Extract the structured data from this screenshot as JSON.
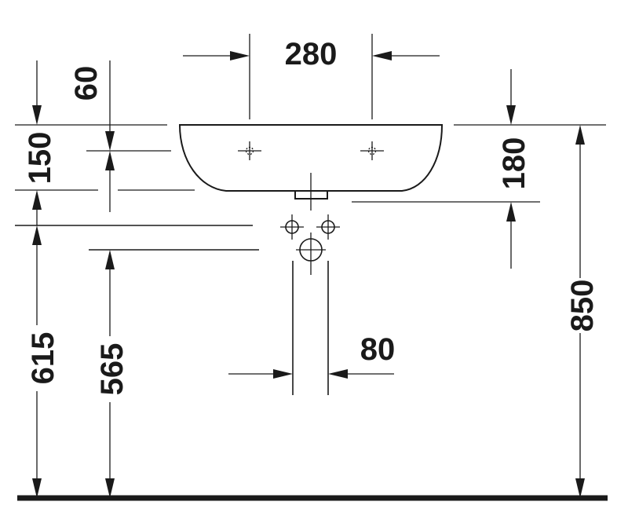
{
  "dimensions": {
    "tap_hole_spacing": "280",
    "rim_to_tap_holes": "60",
    "rim_to_fixing": "150",
    "basin_depth": "180",
    "rim_height": "850",
    "fixing_height": "615",
    "waste_height": "565",
    "waste_pipe_width": "80"
  }
}
